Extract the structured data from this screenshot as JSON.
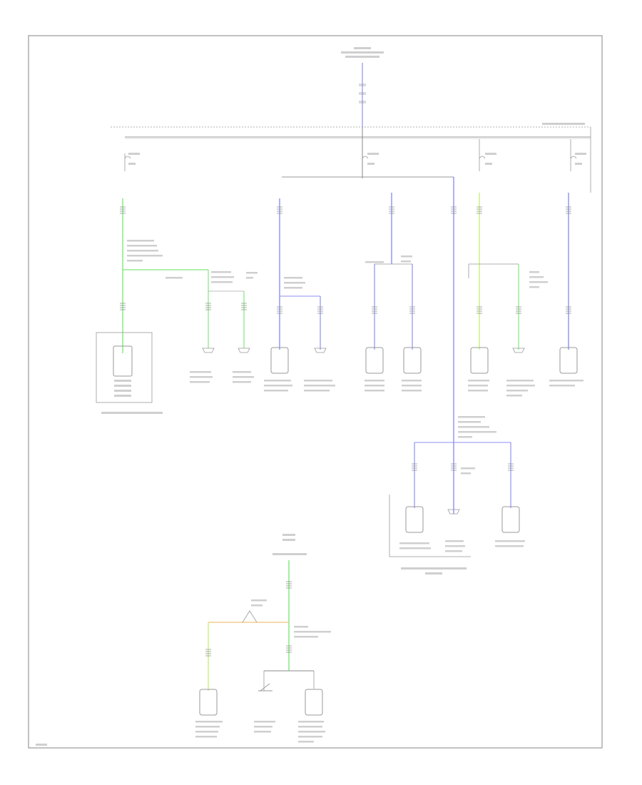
{
  "colors": {
    "frame": "#9a9a9a",
    "text": "#8a8a8a",
    "wire_gray": "#888888",
    "wire_blue": "#8f8ff2",
    "wire_green": "#7ee87a",
    "wire_yellow_green": "#c8f07a",
    "wire_orange": "#f2c27a",
    "component": "#9a9a9a"
  },
  "footer_text": "",
  "components": [
    {
      "id": "fuse-block-fuse",
      "kind": "box"
    },
    {
      "id": "rh-mirror",
      "kind": "connector"
    },
    {
      "id": "lh-mirror",
      "kind": "connector"
    },
    {
      "id": "lh-lamp",
      "kind": "component"
    },
    {
      "id": "rh-lamp",
      "kind": "component"
    },
    {
      "id": "lamp-3",
      "kind": "component"
    },
    {
      "id": "lamp-4",
      "kind": "component"
    },
    {
      "id": "lamp-5",
      "kind": "component"
    },
    {
      "id": "lamp-6",
      "kind": "component"
    },
    {
      "id": "switch-7",
      "kind": "component"
    },
    {
      "id": "switch-8",
      "kind": "component"
    },
    {
      "id": "module-9",
      "kind": "component"
    },
    {
      "id": "lower-left",
      "kind": "component"
    },
    {
      "id": "lower-mid",
      "kind": "component"
    },
    {
      "id": "lower-right",
      "kind": "component"
    },
    {
      "id": "bottom-left",
      "kind": "component"
    },
    {
      "id": "bottom-mid",
      "kind": "switch"
    },
    {
      "id": "bottom-right",
      "kind": "component"
    }
  ]
}
